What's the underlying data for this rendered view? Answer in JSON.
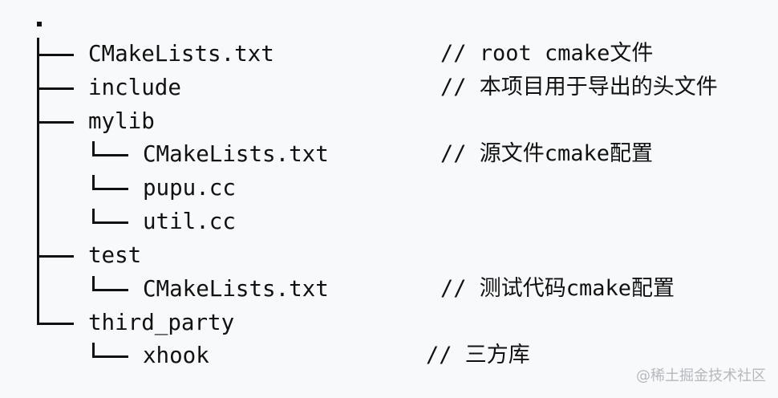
{
  "tree": {
    "root": ".",
    "rows": [
      {
        "prefix": "├── ",
        "name": "CMakeLists.txt",
        "depth": 1,
        "comment": "// root cmake文件"
      },
      {
        "prefix": "├── ",
        "name": "include",
        "depth": 1,
        "comment": "// 本项目用于导出的头文件"
      },
      {
        "prefix": "├── ",
        "name": "mylib",
        "depth": 1,
        "comment": ""
      },
      {
        "prefix": "│   └── ",
        "name": "CMakeLists.txt",
        "depth": 2,
        "comment": "// 源文件cmake配置"
      },
      {
        "prefix": "│   └── ",
        "name": "pupu.cc",
        "depth": 2,
        "comment": ""
      },
      {
        "prefix": "│   └── ",
        "name": "util.cc",
        "depth": 2,
        "comment": ""
      },
      {
        "prefix": "├── ",
        "name": "test",
        "depth": 1,
        "comment": ""
      },
      {
        "prefix": "│   └── ",
        "name": "CMakeLists.txt",
        "depth": 2,
        "comment": "// 测试代码cmake配置"
      },
      {
        "prefix": "└── ",
        "name": "third_party",
        "depth": 1,
        "comment": ""
      },
      {
        "prefix": "    └── ",
        "name": "xhook",
        "depth": 2,
        "comment": "// 三方库"
      }
    ]
  },
  "watermark": "@稀土掘金技术社区",
  "colors": {
    "background": "#f8f9fa",
    "text": "#111111",
    "watermark": "#b5b8bd"
  }
}
